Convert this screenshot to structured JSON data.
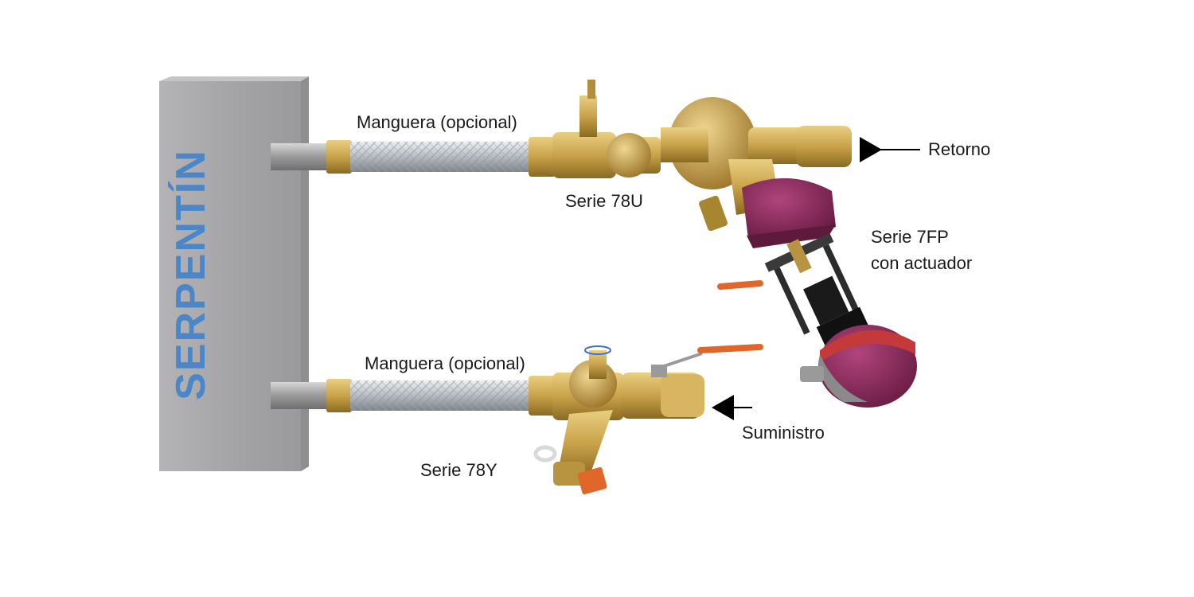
{
  "coil": {
    "label": "SERPENTÍN"
  },
  "labels": {
    "hose_top": "Manguera (opcional)",
    "hose_bottom": "Manguera (opcional)",
    "series_78u": "Serie 78U",
    "series_7fp_line1": "Serie 7FP",
    "series_7fp_line2": "con actuador",
    "series_78y": "Serie 78Y",
    "return": "Retorno",
    "supply": "Suministro"
  },
  "colors": {
    "coil_body": "#a9a9ab",
    "coil_text": "#4a86c8",
    "brass": "#c9a24a",
    "actuator_purple": "#8b2a5a",
    "handle_orange": "#e0662a",
    "hose_metal": "#c8ccd2"
  }
}
